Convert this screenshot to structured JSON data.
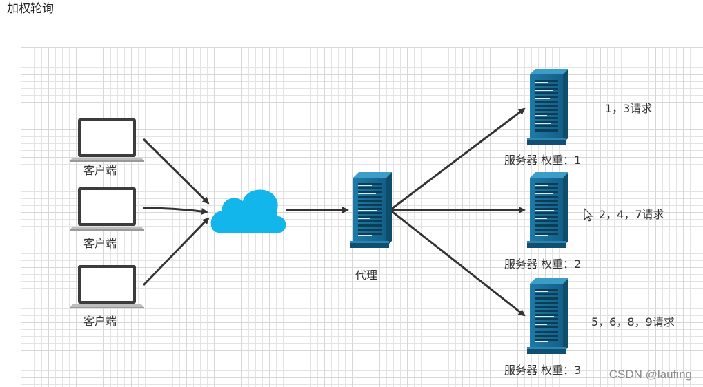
{
  "title": "加权轮询",
  "clients": [
    {
      "label": "客户端"
    },
    {
      "label": "客户端"
    },
    {
      "label": "客户端"
    }
  ],
  "proxy": {
    "label": "代理"
  },
  "servers": [
    {
      "label": "服务器 权重：1",
      "requests": "1，3请求"
    },
    {
      "label": "服务器 权重：2",
      "requests": "2，4，7请求"
    },
    {
      "label": "服务器 权重：3",
      "requests": "5，6，8，9请求"
    }
  ],
  "watermark": "CSDN @laufing",
  "colors": {
    "server": "#1b6e97",
    "server_dark": "#0f4d6d",
    "cloud": "#12b6ea",
    "arrow": "#333333"
  }
}
